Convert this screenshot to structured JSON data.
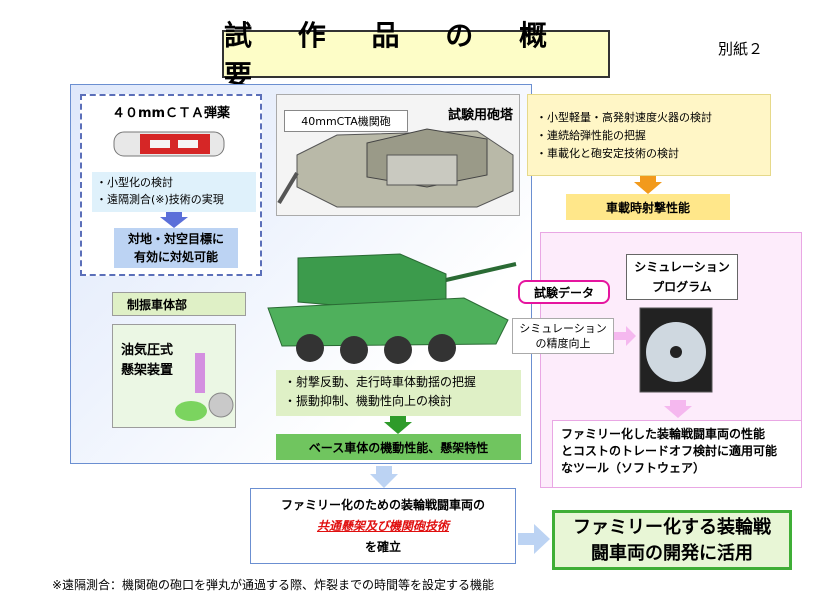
{
  "title": "試 作 品 の 概 要",
  "attachment": "別紙２",
  "ammo": {
    "title": "４０mmＣＴＡ弾薬",
    "bullets": [
      "・小型化の検討",
      "・遠隔測合(※)技術の実現"
    ],
    "result_line1": "対地・対空目標に",
    "result_line2": "有効に対処可能"
  },
  "turret": {
    "gun_label": "40mmCTA機関砲",
    "label": "試験用砲塔",
    "bullets": [
      "・小型軽量・高発射速度火器の検討",
      "・連続給弾性能の把握",
      "・車載化と砲安定技術の検討"
    ],
    "result": "車載時射撃性能"
  },
  "hull": {
    "label": "制振車体部",
    "suspension_line1": "油気圧式",
    "suspension_line2": "懸架装置",
    "bullets": [
      "・射撃反動、走行時車体動揺の把握",
      "・振動抑制、機動性向上の検討"
    ],
    "result": "ベース車体の機動性能、懸架特性"
  },
  "simulation": {
    "test_data": "試験データ",
    "accuracy_line1": "シミュレーション",
    "accuracy_line2": "の精度向上",
    "program_line1": "シミュレーション",
    "program_line2": "プログラム"
  },
  "family_tool": {
    "line1": "ファミリー化した装輪戦闘車両の性能",
    "line2": "とコストのトレードオフ検討に適用可能",
    "line3": "なツール（ソフトウェア）"
  },
  "establish": {
    "line1": "ファミリー化のための装輪戦闘車両の",
    "line2": "共通懸架及び機関砲技術",
    "line3": "を確立"
  },
  "final": {
    "line1": "ファミリー化する装輪戦",
    "line2": "闘車両の開発に活用"
  },
  "footnote": "※遠隔測合：機関砲の砲口を弾丸が通過する際、炸裂までの時間等を設定する機能",
  "colors": {
    "title_bg": "#fdfdc7",
    "main_bg": "#dfe8fb",
    "final_border": "#3fae36",
    "pink_bg": "#fdecfb",
    "test_data_border": "#e5159f",
    "emphasis": "#e01010"
  }
}
